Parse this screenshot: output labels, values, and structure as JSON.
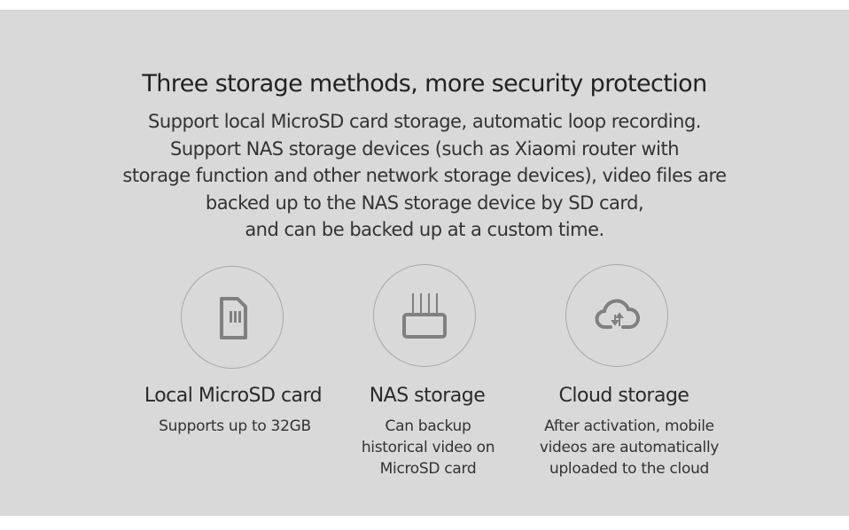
{
  "heading": "Three storage methods, more security protection",
  "description": [
    "Support local MicroSD card storage, automatic loop recording.",
    "Support NAS storage devices (such as Xiaomi router with",
    "storage function and other network storage devices), video files are",
    "backed up to the NAS storage device by SD card,",
    "and can be backed up at a custom time."
  ],
  "features": [
    {
      "icon": "sd-card-icon",
      "title": "Local MicroSD card",
      "sub": [
        "Supports up to 32GB"
      ]
    },
    {
      "icon": "router-icon",
      "title": "NAS storage",
      "sub": [
        "Can backup",
        "historical video on",
        "MicroSD card"
      ]
    },
    {
      "icon": "cloud-sync-icon",
      "title": "Cloud storage",
      "sub": [
        "After activation, mobile",
        "videos are automatically",
        "uploaded to the cloud"
      ]
    }
  ]
}
